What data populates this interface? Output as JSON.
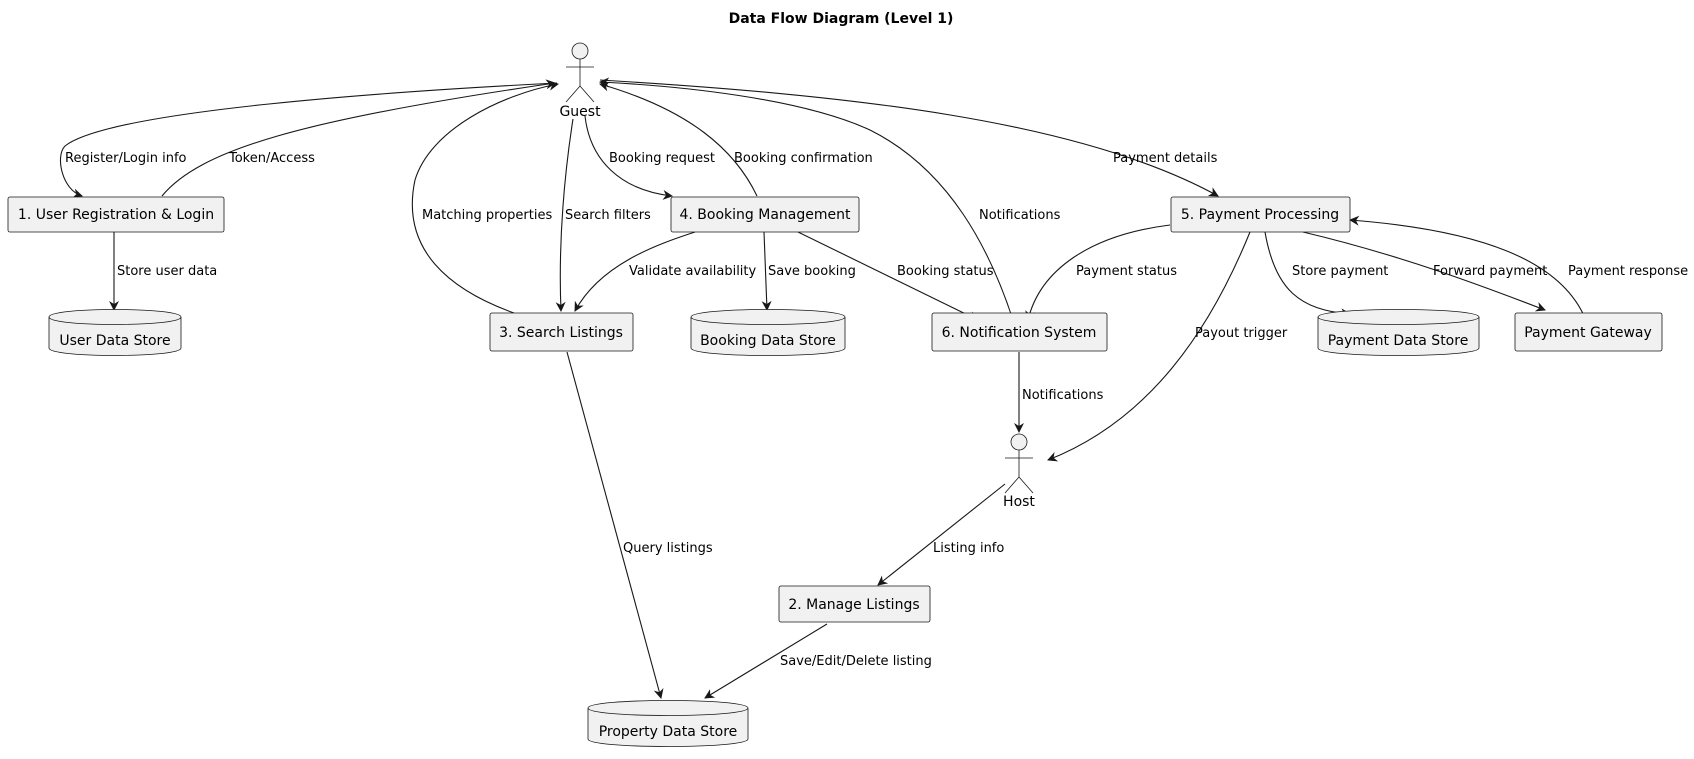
{
  "title": "Data Flow Diagram (Level 1)",
  "actors": [
    {
      "id": "guest",
      "label": "Guest"
    },
    {
      "id": "host",
      "label": "Host"
    }
  ],
  "processes": [
    {
      "id": "p1",
      "label": "1. User Registration & Login"
    },
    {
      "id": "p2",
      "label": "2. Manage Listings"
    },
    {
      "id": "p3",
      "label": "3. Search Listings"
    },
    {
      "id": "p4",
      "label": "4. Booking Management"
    },
    {
      "id": "p5",
      "label": "5. Payment Processing"
    },
    {
      "id": "p6",
      "label": "6. Notification System"
    },
    {
      "id": "pg",
      "label": "Payment Gateway"
    }
  ],
  "stores": [
    {
      "id": "s_user",
      "label": "User Data Store"
    },
    {
      "id": "s_booking",
      "label": "Booking Data Store"
    },
    {
      "id": "s_payment",
      "label": "Payment Data Store"
    },
    {
      "id": "s_property",
      "label": "Property Data Store"
    }
  ],
  "flows": [
    {
      "from": "guest",
      "to": "p1",
      "label": "Register/Login info"
    },
    {
      "from": "p1",
      "to": "guest",
      "label": "Token/Access"
    },
    {
      "from": "p1",
      "to": "s_user",
      "label": "Store user data"
    },
    {
      "from": "p3",
      "to": "guest",
      "label": "Matching properties"
    },
    {
      "from": "guest",
      "to": "p3",
      "label": "Search filters"
    },
    {
      "from": "guest",
      "to": "p4",
      "label": "Booking request"
    },
    {
      "from": "p4",
      "to": "guest",
      "label": "Booking confirmation"
    },
    {
      "from": "p6",
      "to": "guest",
      "label": "Notifications"
    },
    {
      "from": "guest",
      "to": "p5",
      "label": "Payment details"
    },
    {
      "from": "p4",
      "to": "p3",
      "label": "Validate availability"
    },
    {
      "from": "p4",
      "to": "s_booking",
      "label": "Save booking"
    },
    {
      "from": "p4",
      "to": "p6",
      "label": "Booking status"
    },
    {
      "from": "p5",
      "to": "p6",
      "label": "Payment status"
    },
    {
      "from": "p5",
      "to": "s_payment",
      "label": "Store payment"
    },
    {
      "from": "p5",
      "to": "pg",
      "label": "Forward payment"
    },
    {
      "from": "pg",
      "to": "p5",
      "label": "Payment response"
    },
    {
      "from": "p5",
      "to": "host",
      "label": "Payout trigger"
    },
    {
      "from": "p6",
      "to": "host",
      "label": "Notifications"
    },
    {
      "from": "p3",
      "to": "s_property",
      "label": "Query listings"
    },
    {
      "from": "host",
      "to": "p2",
      "label": "Listing info"
    },
    {
      "from": "p2",
      "to": "s_property",
      "label": "Save/Edit/Delete listing"
    }
  ]
}
